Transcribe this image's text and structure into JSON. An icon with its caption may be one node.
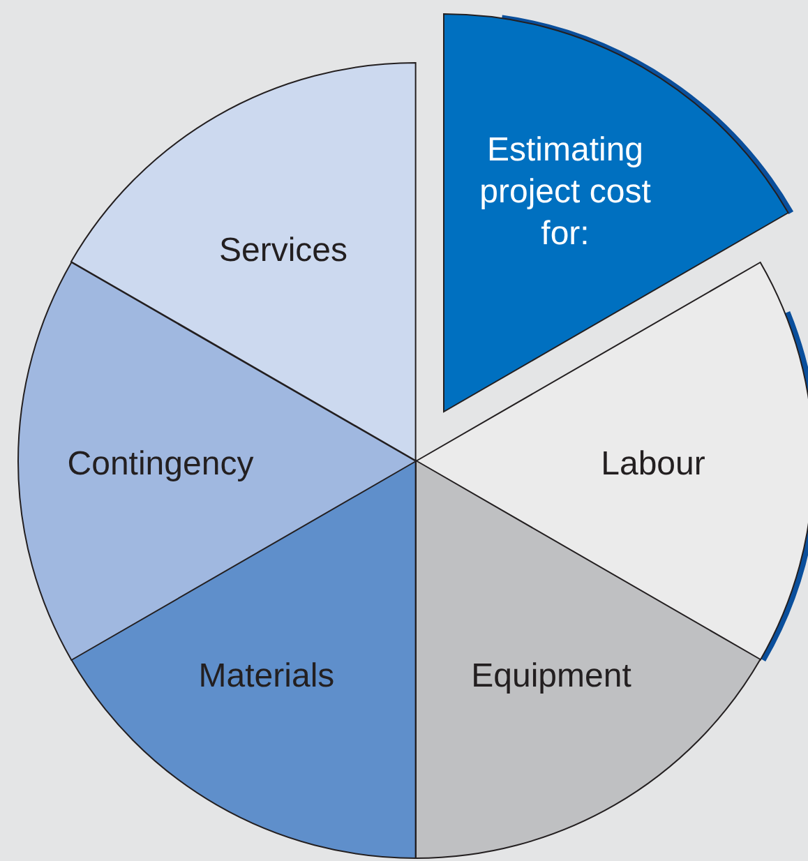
{
  "diagram": {
    "nodes": [
      {
        "text": [
          "Estimating project cost for:"
        ]
      },
      {
        "text": [
          "Labour"
        ]
      },
      {
        "text": [
          "Equipment"
        ]
      },
      {
        "text": [
          "Materials"
        ]
      },
      {
        "text": [
          "Contingency"
        ]
      },
      {
        "text": [
          "Services"
        ]
      }
    ]
  }
}
